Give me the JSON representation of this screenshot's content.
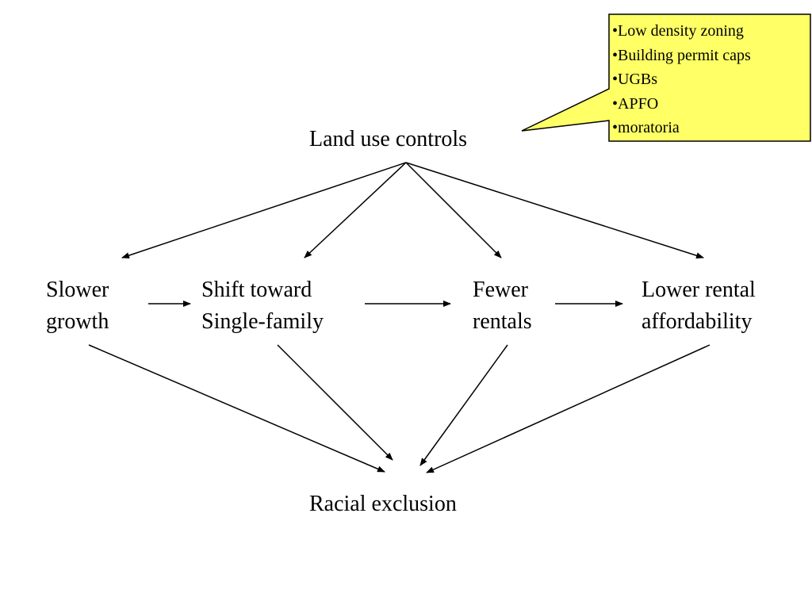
{
  "diagram": {
    "top_node": "Land use controls",
    "middle_nodes": [
      {
        "id": "slower",
        "lines": [
          "Slower",
          "growth"
        ]
      },
      {
        "id": "shift",
        "lines": [
          "Shift toward",
          "Single-family"
        ]
      },
      {
        "id": "fewer",
        "lines": [
          "Fewer",
          "rentals"
        ]
      },
      {
        "id": "lower",
        "lines": [
          "Lower rental",
          "affordability"
        ]
      }
    ],
    "bottom_node": "Racial exclusion",
    "callout": {
      "items": [
        "Low density zoning",
        "Building permit caps",
        "UGBs",
        "APFO",
        "moratoria"
      ],
      "fill_color": "#ffff66",
      "border_color": "#000000"
    },
    "edges": [
      [
        "Land use controls",
        "Slower growth"
      ],
      [
        "Land use controls",
        "Shift toward Single-family"
      ],
      [
        "Land use controls",
        "Fewer rentals"
      ],
      [
        "Land use controls",
        "Lower rental affordability"
      ],
      [
        "Slower growth",
        "Shift toward Single-family"
      ],
      [
        "Shift toward Single-family",
        "Fewer rentals"
      ],
      [
        "Fewer rentals",
        "Lower rental affordability"
      ],
      [
        "Slower growth",
        "Racial exclusion"
      ],
      [
        "Shift toward Single-family",
        "Racial exclusion"
      ],
      [
        "Fewer rentals",
        "Racial exclusion"
      ],
      [
        "Lower rental affordability",
        "Racial exclusion"
      ]
    ]
  }
}
